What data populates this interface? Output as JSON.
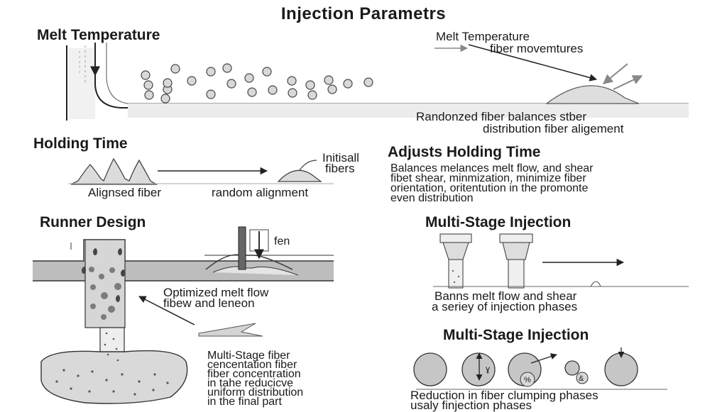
{
  "title": "Injection Parametrs",
  "melt_temperature": {
    "heading": "Melt Temperature",
    "callout_line1": "Melt Temperature",
    "callout_line2": "fiber movemtures",
    "caption_line1": "Randonzed fiber balances stber",
    "caption_line2": "distribution fiber aligement"
  },
  "holding_time": {
    "heading": "Holding Time",
    "label_left": "Alignsed fiber",
    "label_mid": "random alignment",
    "label_peak_line1": "Initisall",
    "label_peak_line2": "fibers"
  },
  "adjusts": {
    "heading": "Adjusts Holding Time",
    "lines": [
      "Balances melances melt flow, and shear",
      "fibet shear, minmization, minimize fiber",
      "orientation, oritentution in the promonte",
      "even distribution"
    ]
  },
  "runner_design": {
    "heading": "Runner Design",
    "fen_label": "fen",
    "optimized_line1": "Optimized melt flow",
    "optimized_line2": "fibew and leneon",
    "lines": [
      "Multi-Stage fiber",
      "cencentation fiber",
      "fiber concentration",
      "in tahe reducicve",
      "uniform distribution",
      "in the final part"
    ]
  },
  "multi_stage_1": {
    "heading": "Multi-Stage Injection",
    "line1": "Banns melt flow and shear",
    "line2": "a seriey of injection phases"
  },
  "multi_stage_2": {
    "heading": "Multi-Stage Injection",
    "circle_label_a": "ɣ",
    "circle_label_b": "%",
    "circle_label_c": "&",
    "line1": "Reduction in fiber clumping phases",
    "line2": "usaly finjection phases"
  }
}
